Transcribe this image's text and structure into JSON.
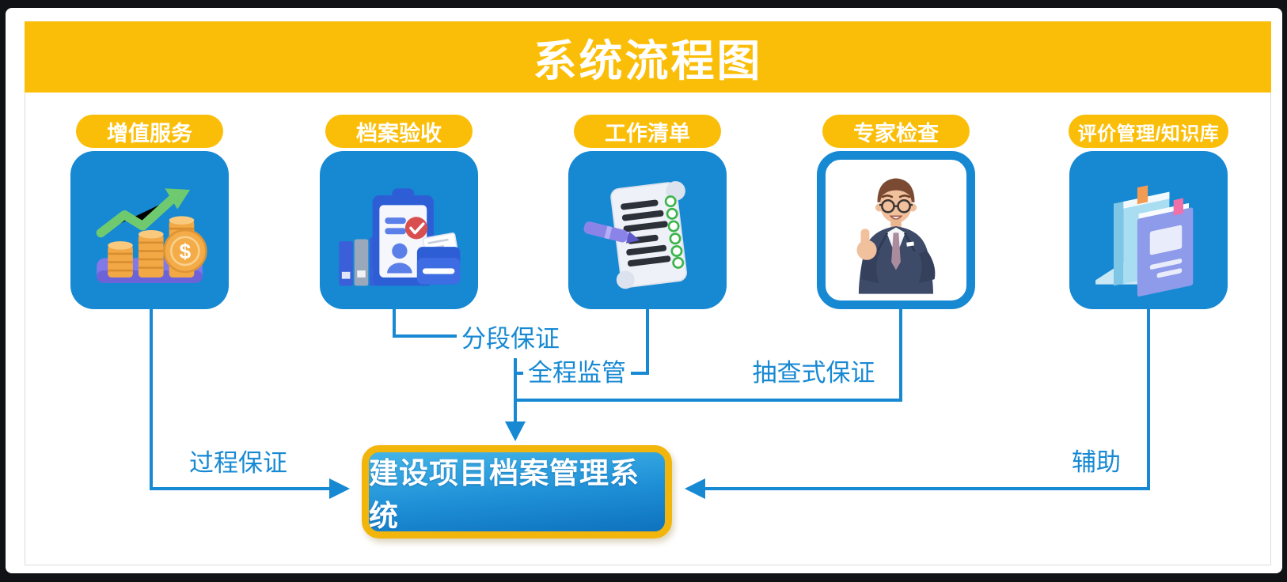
{
  "header": {
    "title": "系统流程图"
  },
  "nodes": [
    {
      "label": "增值服务",
      "icon": "growth-chart-coins-icon"
    },
    {
      "label": "档案验收",
      "icon": "clipboard-approval-icon"
    },
    {
      "label": "工作清单",
      "icon": "checklist-scroll-icon"
    },
    {
      "label": "专家检查",
      "icon": "expert-person-icon"
    },
    {
      "label": "评价管理/知识库",
      "icon": "knowledge-books-icon"
    }
  ],
  "edge_labels": {
    "process_guarantee": "过程保证",
    "segmented_guarantee": "分段保证",
    "full_process_supervision": "全程监管",
    "spot_check_guarantee": "抽查式保证",
    "assist": "辅助"
  },
  "center_box": {
    "label": "建设项目档案管理系统"
  },
  "colors": {
    "accent_yellow": "#FBBE08",
    "tile_blue": "#1689D2",
    "line_blue": "#1789D3",
    "gold_border": "#F2B50C",
    "center_gradient_top": "#45B5E8",
    "center_gradient_bottom": "#0E72BF",
    "frame_black": "#111215",
    "panel_border": "#DCDCDC"
  }
}
